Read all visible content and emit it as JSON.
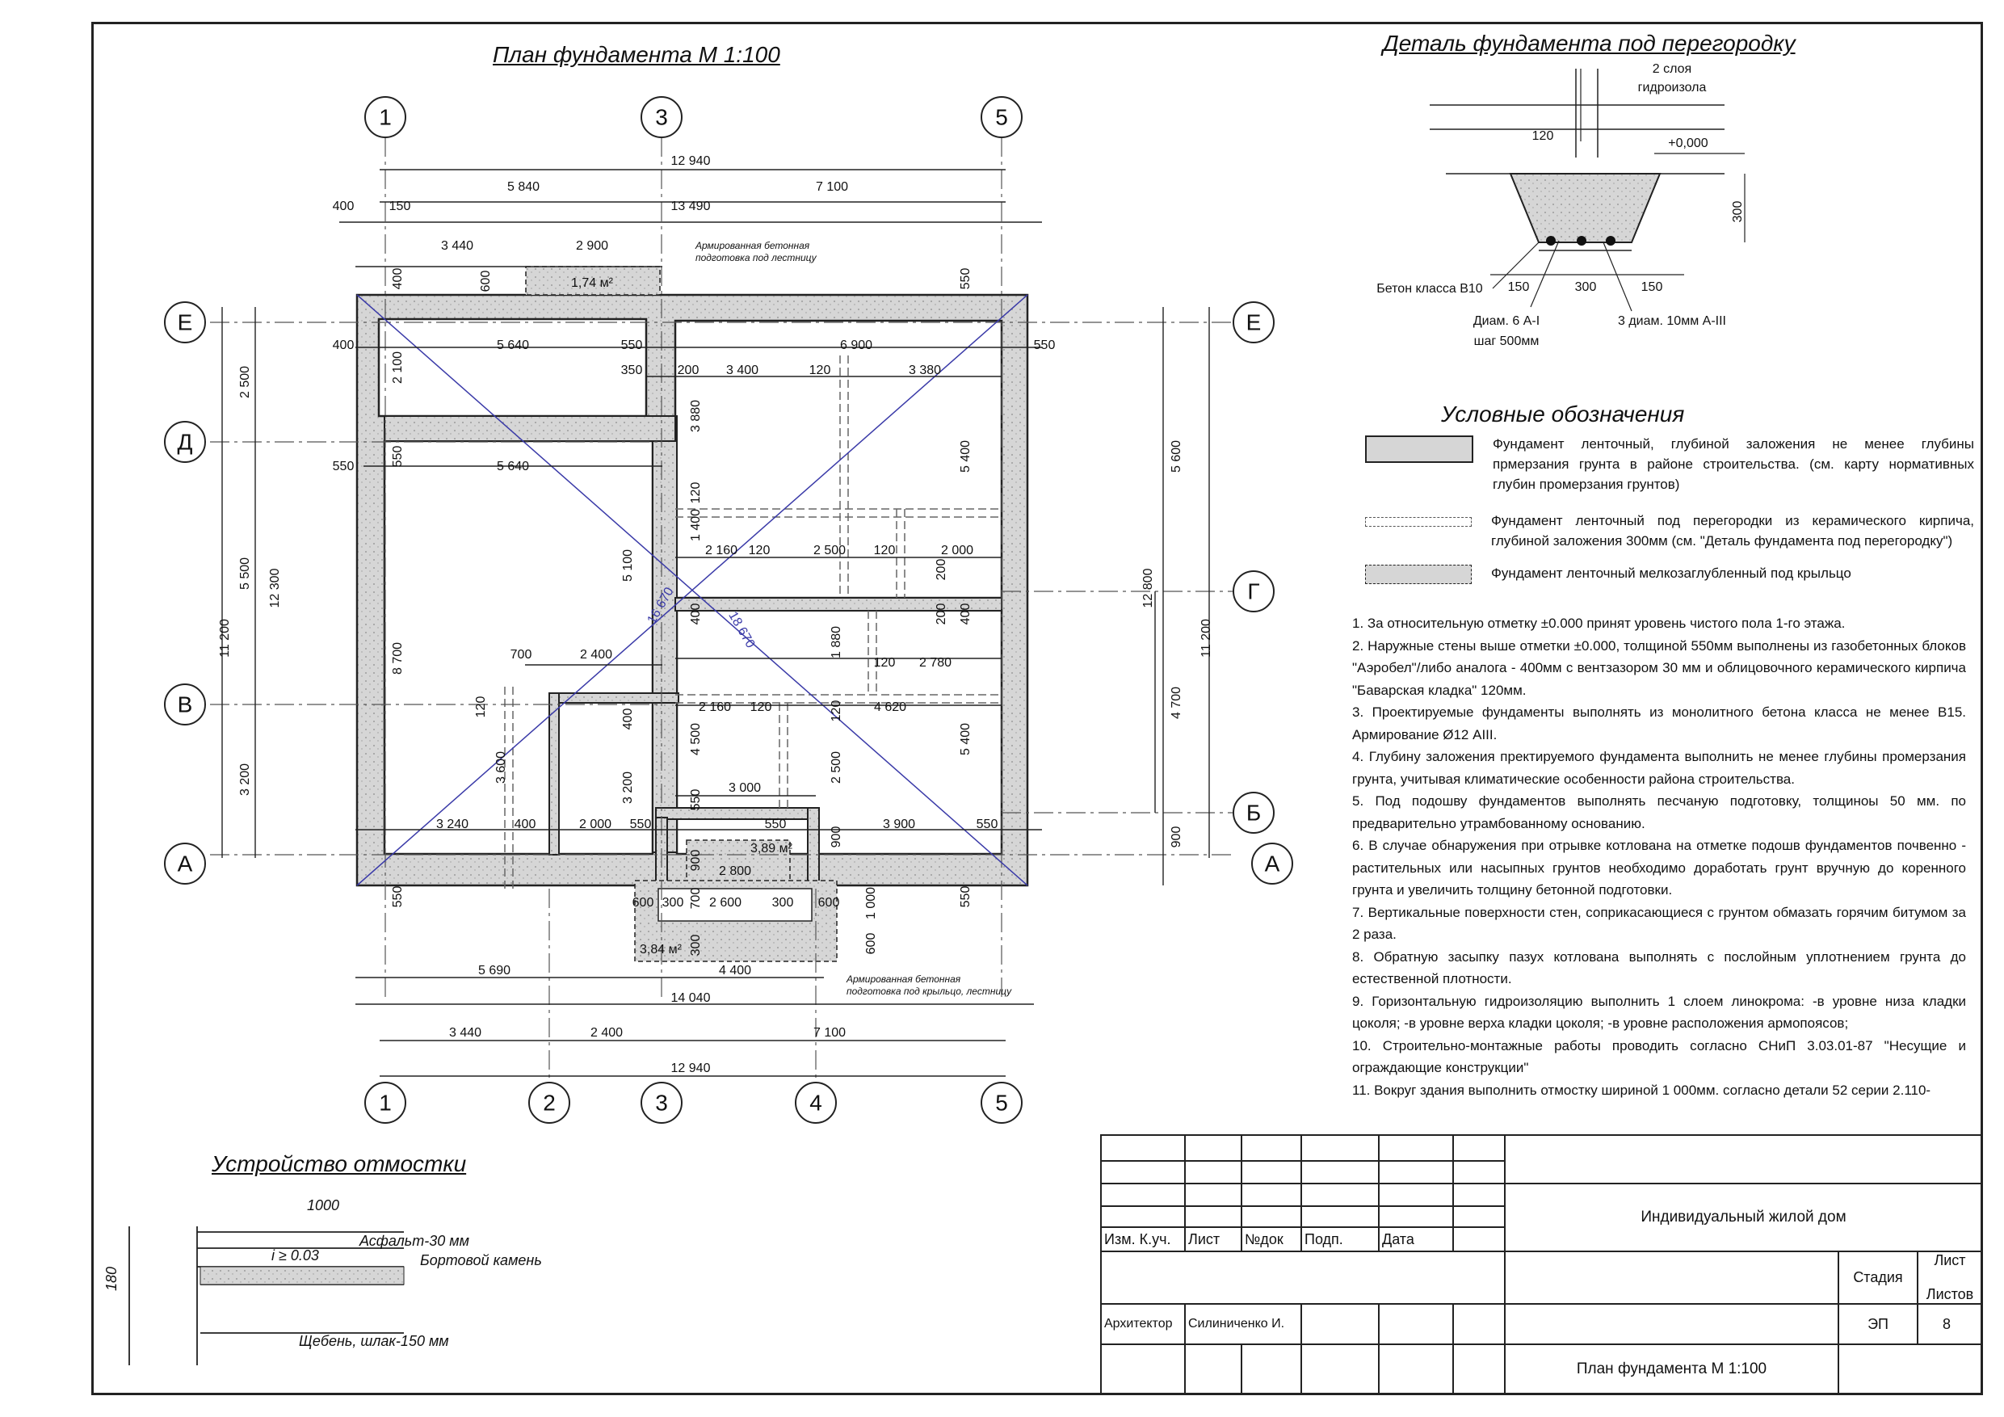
{
  "plan": {
    "title": "План  фундамента М 1:100",
    "axes_top": [
      "1",
      "3",
      "5"
    ],
    "axes_bottom": [
      "1",
      "2",
      "3",
      "4",
      "5"
    ],
    "axes_left": [
      "Е",
      "Д",
      "В",
      "А"
    ],
    "axes_right": [
      "Е",
      "Г",
      "Б",
      "А"
    ],
    "dims": {
      "top_total": "12 940",
      "top_a": "5 840",
      "top_b": "7 100",
      "top_400": "400",
      "top_150": "150",
      "top_13490": "13 490",
      "top_3440": "3 440",
      "top_2900": "2 900",
      "stair_area": "1,74 м²",
      "d600a": "600",
      "d400a": "400",
      "d550a": "550",
      "note_stair_1": "Армированная бетонная",
      "note_stair_2": "подготовка под лестницу",
      "r1_400": "400",
      "r1_5640": "5 640",
      "r1_550": "550",
      "r1_6900": "6 900",
      "r1_550b": "550",
      "d2100": "2 100",
      "d350": "350",
      "d200": "200",
      "d3400": "3 400",
      "d120a": "120",
      "d3380": "3 380",
      "l2500": "2 500",
      "l550": "550",
      "l550b": "550",
      "l5640b": "5 640",
      "d3880": "3 880",
      "d5400a": "5 400",
      "r5600": "5 600",
      "d120b": "120",
      "d1400": "1 400",
      "d2160a": "2 160",
      "d120c": "120",
      "d2500a": "2 500",
      "d120d": "120",
      "d2000": "2 000",
      "d200b": "200",
      "l5500": "5 500",
      "l12300": "12 300",
      "l11200": "11 200",
      "d5100": "5 100",
      "diag1": "16 670",
      "diag2": "18 670",
      "d400b": "400",
      "d200c": "200",
      "d400c": "400",
      "d1880": "1 880",
      "d120e": "120",
      "d2780": "2 780",
      "r12800": "12 800",
      "r11200": "11 200",
      "d8700": "8 700",
      "d700": "700",
      "d2400a": "2 400",
      "d120f": "120",
      "d2160b": "2 160",
      "d120g": "120",
      "d120h": "120",
      "d4620": "4 620",
      "d400d": "400",
      "d4500": "4 500",
      "r4700": "4 700",
      "d3600": "3 600",
      "d3200a": "3 200",
      "d2500b": "2 500",
      "d5400b": "5 400",
      "d3000": "3 000",
      "l3200": "3 200",
      "d550c": "550",
      "d550d": "550",
      "b3240": "3 240",
      "b400": "400",
      "b2000": "2 000",
      "b550": "550",
      "b900a": "900",
      "b3900": "3 900",
      "b550b": "550",
      "r900": "900",
      "porch_area": "3,89 м²",
      "b900b": "900",
      "b2800": "2 800",
      "b550c": "550",
      "b600a": "600",
      "b300a": "300",
      "b700": "700",
      "b2600": "2 600",
      "b300b": "300",
      "b600b": "600",
      "b1000": "1 000",
      "b550d": "550",
      "b300c": "300",
      "porch_area2": "3,84 м²",
      "b600c": "600",
      "b5690": "5 690",
      "b4400": "4 400",
      "note_porch_1": "Армированная бетонная",
      "note_porch_2": "подготовка под крыльцо, лестницу",
      "b14040": "14 040",
      "b3440": "3 440",
      "b2400": "2 400",
      "b7100": "7 100",
      "b12940": "12 940"
    }
  },
  "detail": {
    "title": "Деталь фундамента под перегородку",
    "layers_1": "2 слоя",
    "layers_2": "гидроизола",
    "d120": "120",
    "level": "+0,000",
    "d300h": "300",
    "concrete": "Бетон класса В10",
    "d150a": "150",
    "d300": "300",
    "d150b": "150",
    "rebar_a": "Диам. 6 А-I",
    "rebar_b": "шаг 500мм",
    "rebar_c": "3 диам. 10мм А-III"
  },
  "legend": {
    "title": "Условные обозначения",
    "item1": "Фундамент  ленточный, глубиной заложения не менее глубины прмерзания грунта в районе строительства. (см. карту нормативных глубин промерзания грунтов)",
    "item2": "Фундамент ленточный под перегородки из керамического кирпича, глубиной заложения 300мм  (см. \"Деталь фундамента под перегородку\")",
    "item3": "Фундамент ленточный мелкозаглубленный под крыльцо"
  },
  "notes": [
    "1. За относительную отметку  ±0.000 принят уровень чистого пола 1-го этажа.",
    "2. Наружные стены выше отметки  ±0.000, толщиной 550мм выполнены из газобетонных блоков \"Аэробел\"/либо аналога - 400мм с вентзазором 30 мм и облицовочного керамического кирпича \"Баварская кладка\" 120мм.",
    "3. Проектируемые фундаменты выполнять из монолитного бетона класса не менее В15. Армирование Ø12 АIII.",
    "4.  Глубину заложения пректируемого фундамента выполнить не менее глубины промерзания грунта, учитывая климатические особенности района строительства.",
    "5. Под подошву фундаментов выполнять песчаную подготовку, толщиноы 50 мм. по предварительно утрамбованному основанию.",
    "6. В случае обнаружения при отрывке котлована на отметке подошв фундаментов почвенно - растительных или насыпных грунтов необходимо доработать грунт вручную до коренного грунта и увеличить толщину бетонной подготовки.",
    "7. Вертикальные поверхности стен, соприкасающиеся с грунтом обмазать горячим битумом за 2 раза.",
    "8. Обратную засыпку пазух котлована выполнять с послойным уплотнением грунта до естественной плотности.",
    "9. Горизонтальную гидроизоляцию выполнить 1 слоем линокрома: -в уровне низа кладки цоколя; -в уровне верха кладки цоколя; -в уровне расположения армопоясов;",
    "10.  Строительно-монтажные работы проводить согласно СНиП 3.03.01-87 \"Несущие и ограждающие конструкции\"",
    "11. Вокруг здания выполнить отмостку шириной 1 000мм. согласно детали 52 серии 2.110-"
  ],
  "otmostka": {
    "title": "Устройство отмостки",
    "width": "1000",
    "slope": "i ≥ 0.03",
    "asphalt": "Асфальт-30 мм",
    "curb": "Бортовой камень",
    "height": "180",
    "gravel": "Щебень, шлак-150 мм"
  },
  "title_block": {
    "h_izm": "Изм.",
    "h_kuch": "К.уч.",
    "h_list": "Лист",
    "h_ndok": "№док",
    "h_podp": "Подп.",
    "h_data": "Дата",
    "project": "Индивидуальный жилой дом",
    "stage_h": "Стадия",
    "sheet_h": "Лист",
    "sheets_h": "Листов",
    "stage": "ЭП",
    "sheet": "8",
    "sheets": "",
    "role": "Архитектор",
    "person": "Силиниченко И.",
    "sheet_title": "План фундамента М 1:100"
  },
  "colors": {
    "foundation_fill": "#d9d9d9",
    "line": "#222222",
    "axis_blue": "#3a3aa8"
  }
}
